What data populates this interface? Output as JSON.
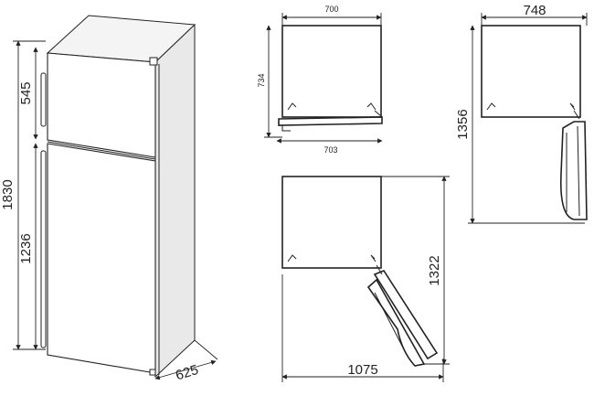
{
  "dimensions": {
    "total_height": "1830",
    "freezer_height": "545",
    "fridge_height": "1236",
    "depth": "625",
    "top_width_door_closed": "700",
    "top_depth_door_closed": "734",
    "top_width_door_open_90": "703",
    "side_width": "748",
    "side_depth_door_open": "1356",
    "side_depth_door_open_wide": "1322",
    "open_width": "1075"
  },
  "colors": {
    "line": "#222222",
    "background": "#ffffff"
  }
}
